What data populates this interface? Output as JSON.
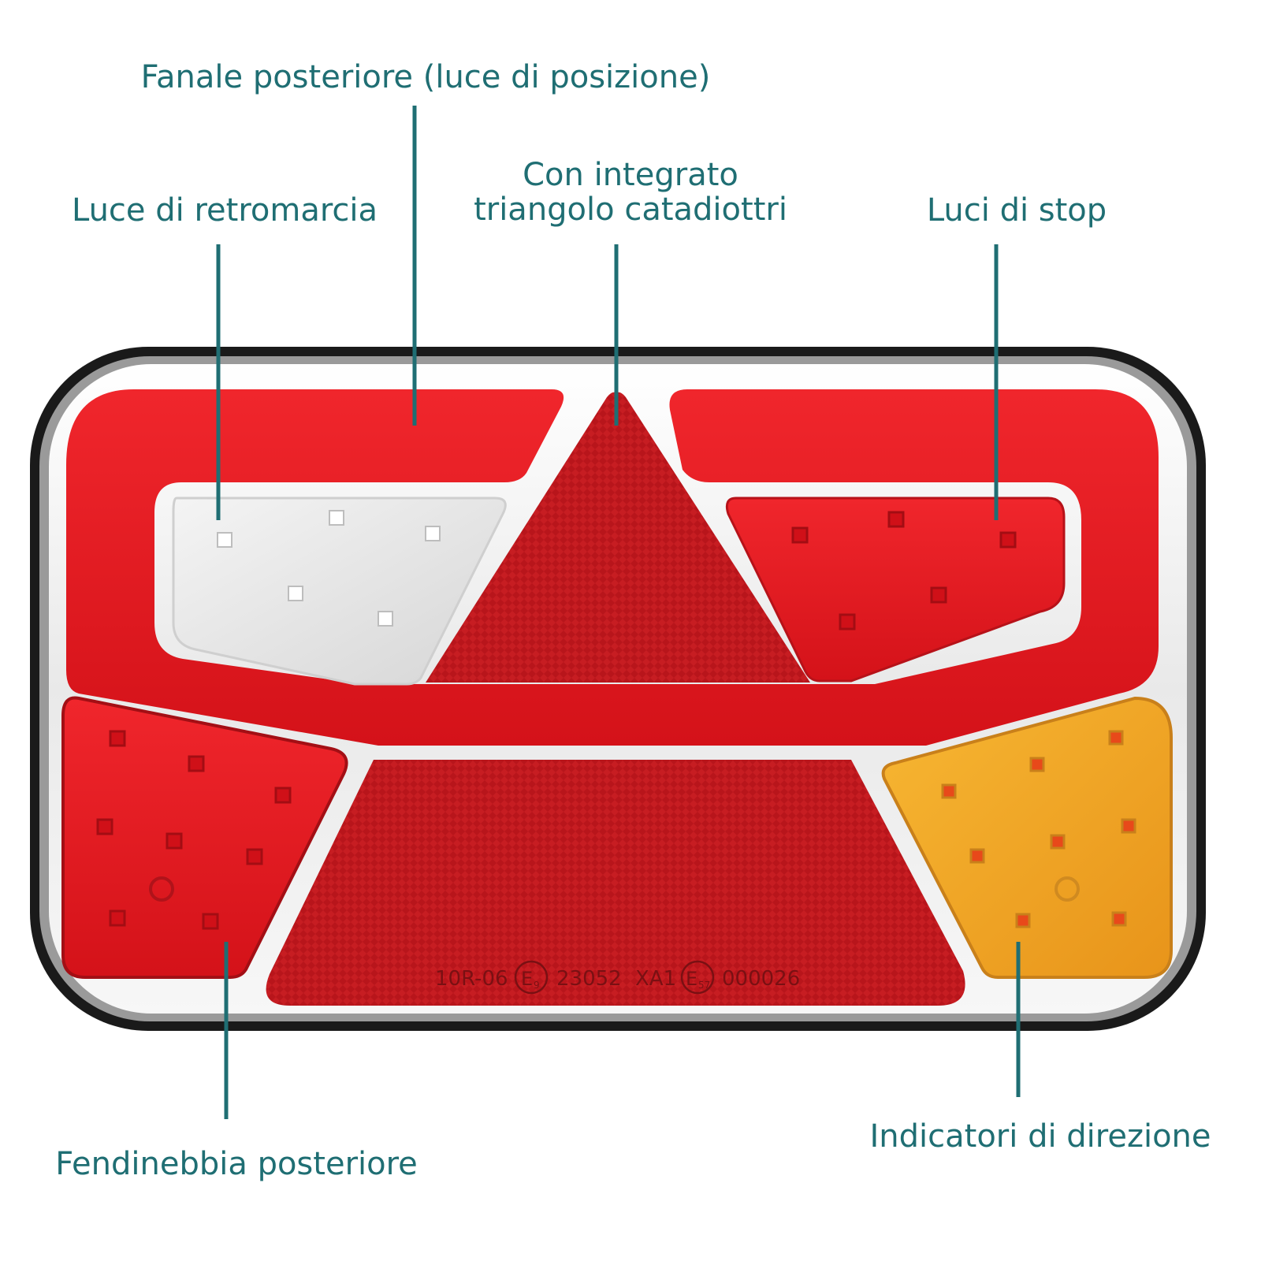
{
  "labels": {
    "position_light": "Fanale posteriore (luce di posizione)",
    "reverse_light": "Luce di retromarcia",
    "triangle_line1": "Con integrato",
    "triangle_line2": "triangolo catadiottri",
    "stop_lights": "Luci di stop",
    "fog_light": "Fendinebbia posteriore",
    "turn_indicators": "Indicatori di direzione"
  },
  "marking": {
    "reg1": "10R-06",
    "e_mark1": "E",
    "e_mark1_sub": "9",
    "code1": "23052",
    "reg2": "XA1",
    "e_mark2": "E",
    "e_mark2_sub": "57",
    "code2": "000026"
  },
  "colors": {
    "label_text": "#1f6e73",
    "red_light": "#e0161e",
    "reflector": "#c41a1f",
    "amber": "#f5a623",
    "white_light": "#e8e8e8",
    "chrome": "#f0f0f0",
    "rim": "#1a1a1a"
  }
}
